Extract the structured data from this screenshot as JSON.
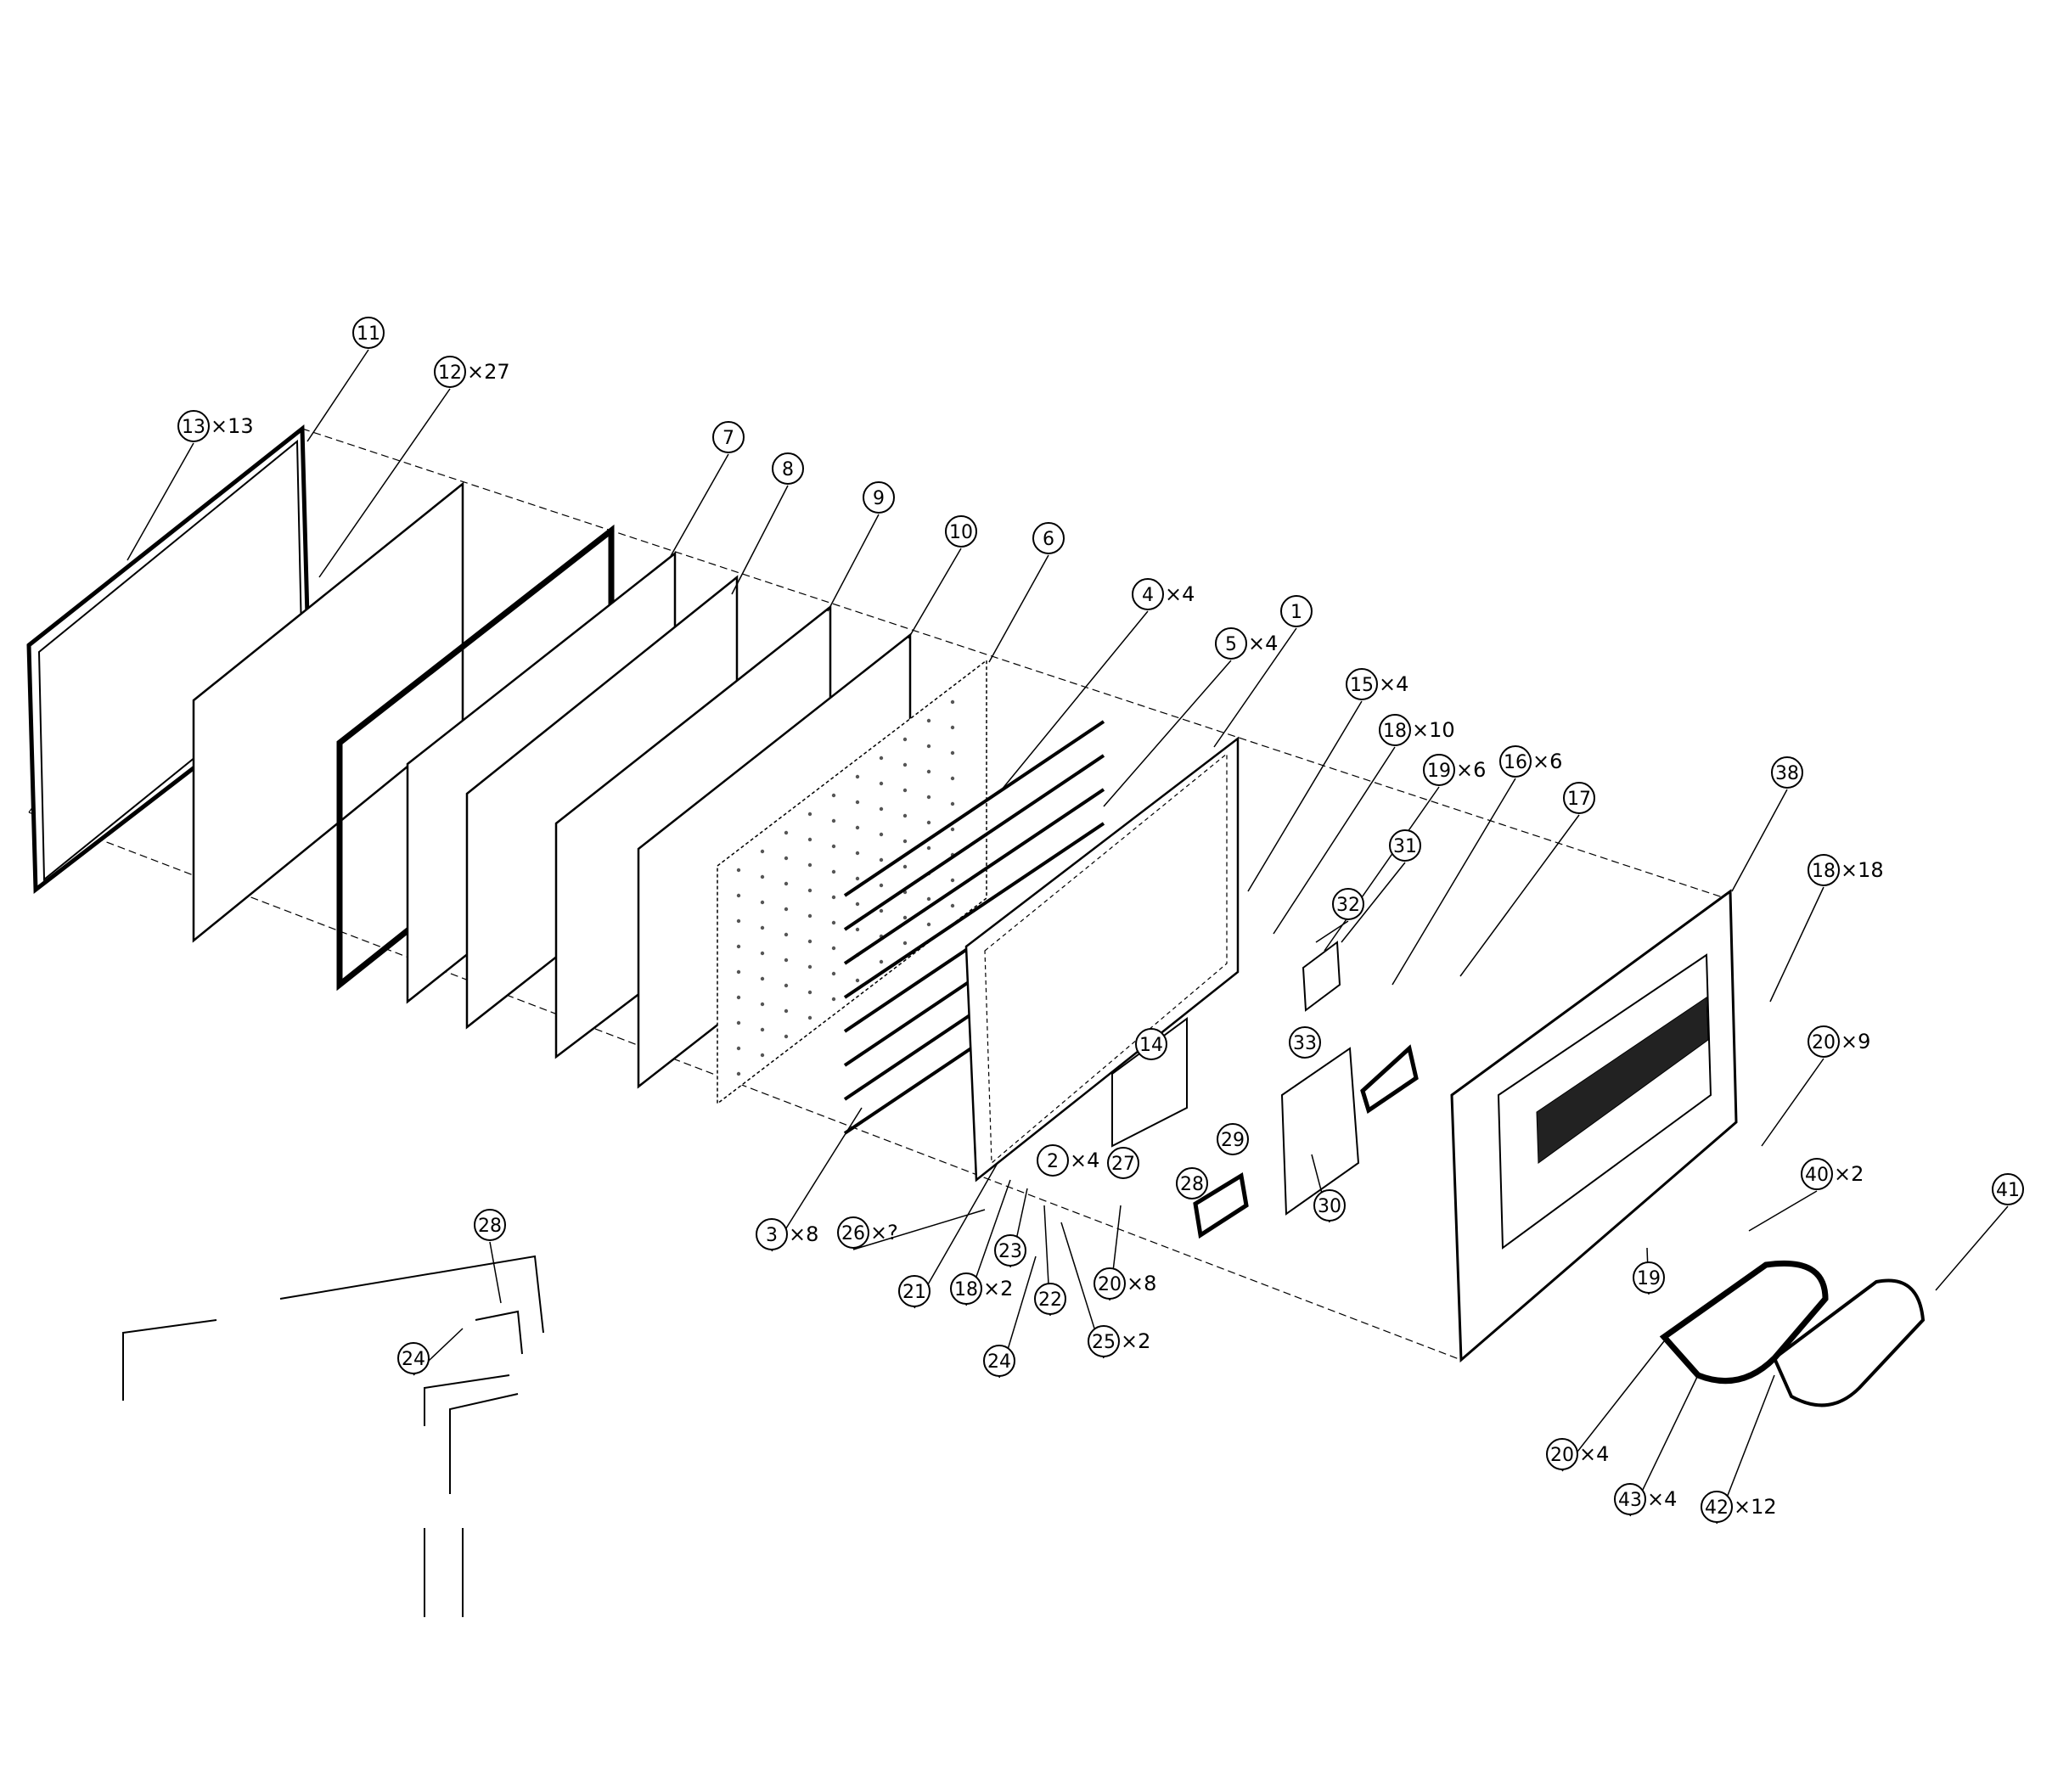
{
  "diagram": {
    "callouts": [
      {
        "id": "c11",
        "num": "11",
        "qty": ""
      },
      {
        "id": "c12",
        "num": "12",
        "qty": "×27"
      },
      {
        "id": "c13",
        "num": "13",
        "qty": "×13"
      },
      {
        "id": "c7",
        "num": "7",
        "qty": ""
      },
      {
        "id": "c8",
        "num": "8",
        "qty": ""
      },
      {
        "id": "c9",
        "num": "9",
        "qty": ""
      },
      {
        "id": "c10",
        "num": "10",
        "qty": ""
      },
      {
        "id": "c6",
        "num": "6",
        "qty": ""
      },
      {
        "id": "c4",
        "num": "4",
        "qty": "×4"
      },
      {
        "id": "c5",
        "num": "5",
        "qty": "×4"
      },
      {
        "id": "c1",
        "num": "1",
        "qty": ""
      },
      {
        "id": "c15",
        "num": "15",
        "qty": "×4"
      },
      {
        "id": "c18a",
        "num": "18",
        "qty": "×10"
      },
      {
        "id": "c19a",
        "num": "19",
        "qty": "×6"
      },
      {
        "id": "c16",
        "num": "16",
        "qty": "×6"
      },
      {
        "id": "c17",
        "num": "17",
        "qty": ""
      },
      {
        "id": "c31",
        "num": "31",
        "qty": ""
      },
      {
        "id": "c32",
        "num": "32",
        "qty": ""
      },
      {
        "id": "c38",
        "num": "38",
        "qty": ""
      },
      {
        "id": "c18b",
        "num": "18",
        "qty": "×18"
      },
      {
        "id": "c14",
        "num": "14",
        "qty": ""
      },
      {
        "id": "c33",
        "num": "33",
        "qty": ""
      },
      {
        "id": "c20a",
        "num": "20",
        "qty": "×9"
      },
      {
        "id": "c29",
        "num": "29",
        "qty": ""
      },
      {
        "id": "c2",
        "num": "2",
        "qty": "×4"
      },
      {
        "id": "c27",
        "num": "27",
        "qty": ""
      },
      {
        "id": "c28a",
        "num": "28",
        "qty": ""
      },
      {
        "id": "c30",
        "num": "30",
        "qty": ""
      },
      {
        "id": "c40",
        "num": "40",
        "qty": "×2"
      },
      {
        "id": "c41",
        "num": "41",
        "qty": ""
      },
      {
        "id": "c3",
        "num": "3",
        "qty": "×8"
      },
      {
        "id": "c26",
        "num": "26",
        "qty": "×?"
      },
      {
        "id": "c21",
        "num": "21",
        "qty": ""
      },
      {
        "id": "c18c",
        "num": "18",
        "qty": "×2"
      },
      {
        "id": "c23",
        "num": "23",
        "qty": ""
      },
      {
        "id": "c22",
        "num": "22",
        "qty": ""
      },
      {
        "id": "c20b",
        "num": "20",
        "qty": "×8"
      },
      {
        "id": "c19b",
        "num": "19",
        "qty": ""
      },
      {
        "id": "c24a",
        "num": "24",
        "qty": ""
      },
      {
        "id": "c25",
        "num": "25",
        "qty": "×2"
      },
      {
        "id": "c20c",
        "num": "20",
        "qty": "×4"
      },
      {
        "id": "c43",
        "num": "43",
        "qty": "×4"
      },
      {
        "id": "c42",
        "num": "42",
        "qty": "×12"
      },
      {
        "id": "c28b",
        "num": "28",
        "qty": ""
      },
      {
        "id": "c24b",
        "num": "24",
        "qty": ""
      }
    ]
  }
}
